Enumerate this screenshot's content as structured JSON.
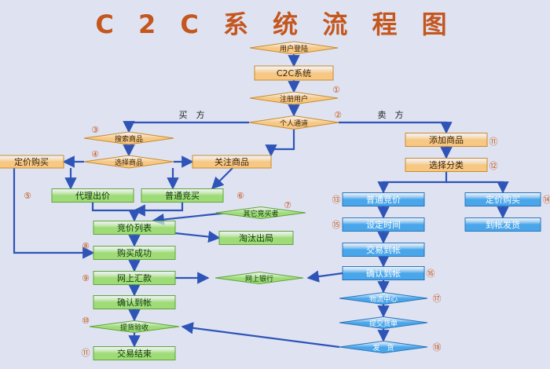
{
  "title": "C 2 C 系 统 流 程 图",
  "colors": {
    "background": "#dfe3f1",
    "arrow": "#2e54b8",
    "orange_fill": "#f6c884",
    "orange_stroke": "#c98a2c",
    "orange_text": "#3a2208",
    "green_fill": "#9fdc78",
    "green_stroke": "#5ea43a",
    "green_text": "#123808",
    "blue_fill": "#4aa6ea",
    "blue_stroke": "#2a74bb",
    "blue_text": "#ffffff",
    "number": "#c4561e"
  },
  "nodes": [
    {
      "id": "login",
      "label": "用户登陆",
      "shape": "diamond",
      "style": "orange"
    },
    {
      "id": "c2c",
      "label": "C2C系统",
      "shape": "rect",
      "style": "orange"
    },
    {
      "id": "register",
      "label": "注册用户",
      "shape": "diamond",
      "style": "orange",
      "num": "①"
    },
    {
      "id": "channel",
      "label": "个人通道",
      "shape": "diamond",
      "style": "orange",
      "num": "②"
    },
    {
      "id": "search",
      "label": "搜索商品",
      "shape": "diamond",
      "style": "orange",
      "num": "③"
    },
    {
      "id": "select",
      "label": "选择商品",
      "shape": "diamond",
      "style": "orange",
      "num": "④"
    },
    {
      "id": "fixed_buy_left",
      "label": "定价购买",
      "shape": "rect",
      "style": "orange"
    },
    {
      "id": "follow",
      "label": "关注商品",
      "shape": "rect",
      "style": "orange"
    },
    {
      "id": "proxy_bid",
      "label": "代理出价",
      "shape": "rect",
      "style": "green",
      "num": "⑤"
    },
    {
      "id": "normal_bid",
      "label": "普通竞买",
      "shape": "rect",
      "style": "green",
      "num": "⑥"
    },
    {
      "id": "other_buyer",
      "label": "其它竞买者",
      "shape": "diamond",
      "style": "green",
      "num": "⑦"
    },
    {
      "id": "bid_list",
      "label": "竞价列表",
      "shape": "rect",
      "style": "green"
    },
    {
      "id": "eliminated",
      "label": "淘汰出局",
      "shape": "rect",
      "style": "green"
    },
    {
      "id": "bought",
      "label": "购买成功",
      "shape": "rect",
      "style": "green",
      "num": "⑧"
    },
    {
      "id": "remit",
      "label": "网上汇款",
      "shape": "rect",
      "style": "green",
      "num": "⑨"
    },
    {
      "id": "netbank",
      "label": "网上银行",
      "shape": "diamond",
      "style": "green"
    },
    {
      "id": "confirm_recv",
      "label": "确认到帐",
      "shape": "rect",
      "style": "green"
    },
    {
      "id": "inspect",
      "label": "提货验收",
      "shape": "diamond",
      "style": "green",
      "num": "⑩"
    },
    {
      "id": "done",
      "label": "交易结束",
      "shape": "rect",
      "style": "green",
      "num": "⑪"
    },
    {
      "id": "add_item",
      "label": "添加商品",
      "shape": "rect",
      "style": "orange",
      "num": "⑪"
    },
    {
      "id": "category",
      "label": "选择分类",
      "shape": "rect",
      "style": "orange",
      "num": "⑫"
    },
    {
      "id": "s_normal_bid",
      "label": "普通竞价",
      "shape": "rect",
      "style": "blue",
      "num": "⑬"
    },
    {
      "id": "s_fixed",
      "label": "定价购买",
      "shape": "rect",
      "style": "blue",
      "num": "⑭"
    },
    {
      "id": "set_time",
      "label": "设定时间",
      "shape": "rect",
      "style": "blue",
      "num": "⑮"
    },
    {
      "id": "s_fixed_ship",
      "label": "到帐发货",
      "shape": "rect",
      "style": "blue"
    },
    {
      "id": "trade_recv",
      "label": "交易到帐",
      "shape": "rect",
      "style": "blue"
    },
    {
      "id": "s_confirm",
      "label": "确认到帐",
      "shape": "rect",
      "style": "blue",
      "num": "⑯"
    },
    {
      "id": "logistics",
      "label": "物流中心",
      "shape": "diamond",
      "style": "blue",
      "num": "⑰"
    },
    {
      "id": "deliver",
      "label": "提交货单",
      "shape": "diamond",
      "style": "blue"
    },
    {
      "id": "ship",
      "label": "发　货",
      "shape": "diamond",
      "style": "blue",
      "num": "⑱"
    }
  ],
  "side_labels": [
    {
      "id": "buyer",
      "text": "买　方"
    },
    {
      "id": "seller",
      "text": "卖　方"
    }
  ]
}
